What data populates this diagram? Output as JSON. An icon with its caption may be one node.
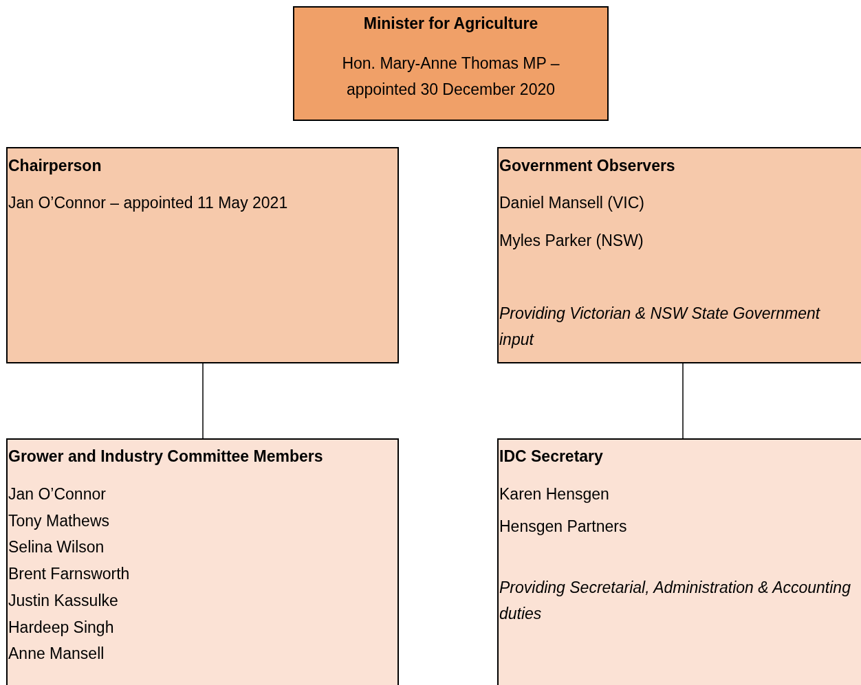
{
  "diagram": {
    "nodes": [
      {
        "text": [
          "Minister for Agriculture",
          "Hon. Mary-Anne Thomas MP – appointed 30 December 2020"
        ]
      },
      {
        "text": [
          "Chairperson",
          "Jan O’Connor – appointed 11 May 2021"
        ]
      },
      {
        "text": [
          "Government Observers",
          "Daniel Mansell (VIC)",
          "Myles Parker (NSW)",
          "*Providing Victorian & NSW State Government input*"
        ]
      },
      {
        "text": [
          "Grower and Industry Committee Members",
          "Jan O’Connor",
          "Tony Mathews",
          "Selina Wilson",
          "Brent Farnsworth",
          "Justin Kassulke",
          "Hardeep Singh",
          "Anne Mansell"
        ]
      },
      {
        "text": [
          "IDC Secretary",
          "Karen Hensgen",
          "Hensgen Partners",
          "*Providing Secretarial, Administration & Accounting duties*"
        ]
      }
    ],
    "edges": [
      {
        "from": 1,
        "to": 3,
        "arrow": "none"
      },
      {
        "from": 2,
        "to": 4,
        "arrow": "none"
      }
    ]
  }
}
